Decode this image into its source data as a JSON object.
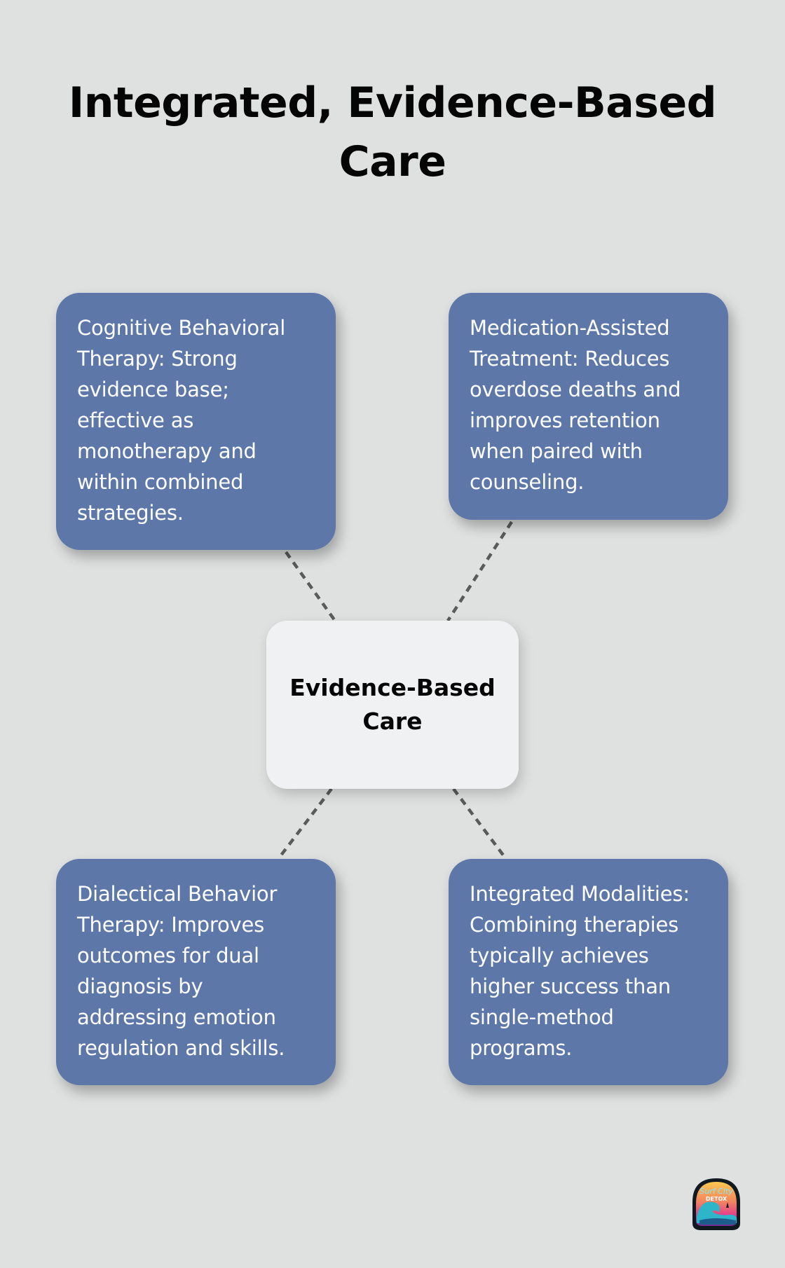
{
  "title": "Integrated, Evidence-Based Care",
  "center": {
    "label": "Evidence-Based Care"
  },
  "cards": [
    {
      "position": "top-left",
      "text": "Cognitive Behavioral Therapy: Strong evidence base; effective as monotherapy and within combined strategies."
    },
    {
      "position": "top-right",
      "text": "Medication-Assisted Treatment: Reduces overdose deaths and improves retention when paired with counseling."
    },
    {
      "position": "bottom-left",
      "text": "Dialectical Behavior Therapy: Improves outcomes for dual diagnosis by addressing emotion regulation and skills."
    },
    {
      "position": "bottom-right",
      "text": "Integrated Modalities: Combining therapies typically achieves higher success than single-method programs."
    }
  ],
  "logo": {
    "icon": "surf-city-detox-logo-icon",
    "text_top": "Surf City",
    "text_bottom": "DETOX"
  },
  "colors": {
    "background": "#dfe1e0",
    "card": "#5d77a9",
    "center_card": "#f0f1f3",
    "connector": "#5a5a5a",
    "title": "#050505"
  }
}
